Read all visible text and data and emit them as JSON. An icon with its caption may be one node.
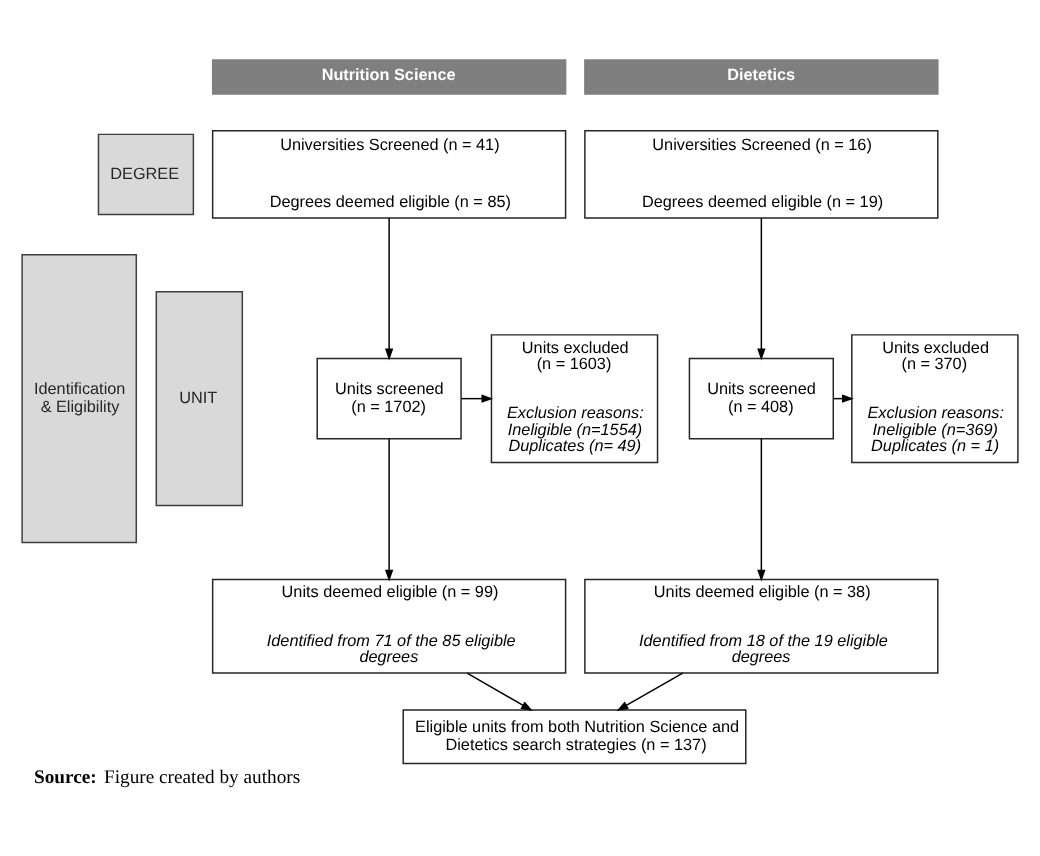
{
  "diagram": {
    "caption": "**Source:** Figure created by authors",
    "nodes": [
      {
        "text": [
          "Nutrition Science"
        ]
      },
      {
        "text": [
          "Dietetics"
        ]
      },
      {
        "text": [
          "Identification & Eligibility"
        ]
      },
      {
        "text": [
          "DEGREE"
        ]
      },
      {
        "text": [
          "Universities Screened (n = 41)",
          "Degrees deemed eligible (n = 85)"
        ]
      },
      {
        "text": [
          "Universities Screened (n = 16)",
          "Degrees deemed eligible (n = 19)"
        ]
      },
      {
        "text": [
          "UNIT"
        ]
      },
      {
        "text": [
          "Units screened (n = 1702)"
        ]
      },
      {
        "text": [
          "Units excluded (n = 1603)",
          "Exclusion reasons:",
          "Ineligible (n=1554)",
          "Duplicates (n= 49)"
        ]
      },
      {
        "text": [
          "Units screened (n = 408)"
        ]
      },
      {
        "text": [
          "Units excluded (n = 370)",
          "Exclusion reasons:",
          "Ineligible (n=369)",
          "Duplicates (n = 1)"
        ]
      },
      {
        "text": [
          "Units deemed eligible (n = 99)",
          "Identified from 71 of the 85 eligible degrees"
        ]
      },
      {
        "text": [
          "Units deemed eligible (n = 38)",
          "Identified from 18 of the 19 eligible degrees"
        ]
      },
      {
        "text": [
          "Eligible units from both Nutrition Science and Dietetics search strategies (n = 137)"
        ]
      }
    ],
    "edges": [
      {
        "from": 4,
        "to": 7,
        "arrow": "to"
      },
      {
        "from": 7,
        "to": 8,
        "arrow": "to"
      },
      {
        "from": 7,
        "to": 11,
        "arrow": "to"
      },
      {
        "from": 5,
        "to": 9,
        "arrow": "to"
      },
      {
        "from": 9,
        "to": 10,
        "arrow": "to"
      },
      {
        "from": 9,
        "to": 12,
        "arrow": "to"
      },
      {
        "from": 11,
        "to": 13,
        "arrow": "to"
      },
      {
        "from": 12,
        "to": 13,
        "arrow": "to"
      }
    ]
  }
}
